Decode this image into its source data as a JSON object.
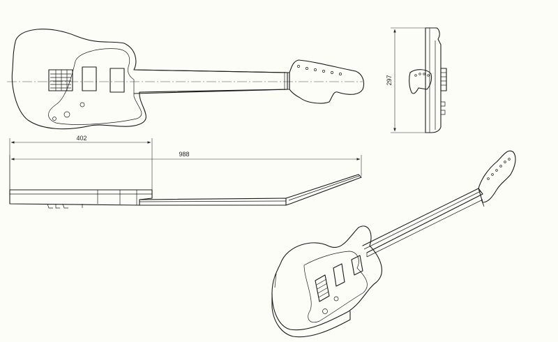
{
  "dimensions": {
    "body_width": "402",
    "overall_length": "988",
    "height": "297"
  }
}
